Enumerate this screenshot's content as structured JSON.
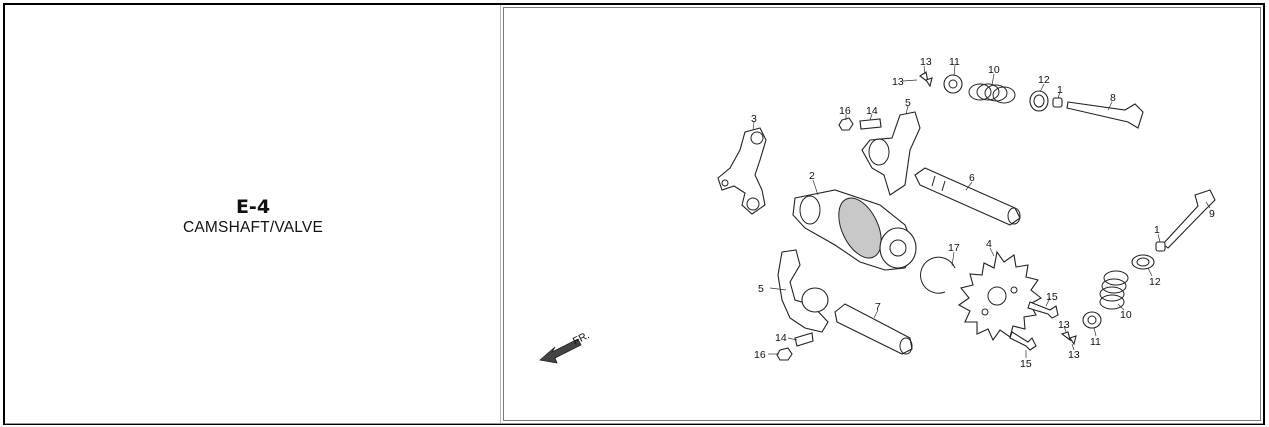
{
  "section": {
    "code": "E-4",
    "title": "CAMSHAFT/VALVE"
  },
  "direction": {
    "label": "FR."
  },
  "callouts": [
    {
      "id": "c13a",
      "text": "13"
    },
    {
      "id": "c13b",
      "text": "13"
    },
    {
      "id": "c11a",
      "text": "11"
    },
    {
      "id": "c10a",
      "text": "10"
    },
    {
      "id": "c12a",
      "text": "12"
    },
    {
      "id": "c1a",
      "text": "1"
    },
    {
      "id": "c8",
      "text": "8"
    },
    {
      "id": "c16a",
      "text": "16"
    },
    {
      "id": "c14a",
      "text": "14"
    },
    {
      "id": "c5a",
      "text": "5"
    },
    {
      "id": "c3",
      "text": "3"
    },
    {
      "id": "c2",
      "text": "2"
    },
    {
      "id": "c6",
      "text": "6"
    },
    {
      "id": "c9",
      "text": "9"
    },
    {
      "id": "c1b",
      "text": "1"
    },
    {
      "id": "c17",
      "text": "17"
    },
    {
      "id": "c4",
      "text": "4"
    },
    {
      "id": "c12b",
      "text": "12"
    },
    {
      "id": "c5b",
      "text": "5"
    },
    {
      "id": "c15a",
      "text": "15"
    },
    {
      "id": "c10b",
      "text": "10"
    },
    {
      "id": "c7",
      "text": "7"
    },
    {
      "id": "c13c",
      "text": "13"
    },
    {
      "id": "c11b",
      "text": "11"
    },
    {
      "id": "c13d",
      "text": "13"
    },
    {
      "id": "c14b",
      "text": "14"
    },
    {
      "id": "c16b",
      "text": "16"
    },
    {
      "id": "c15b",
      "text": "15"
    }
  ]
}
